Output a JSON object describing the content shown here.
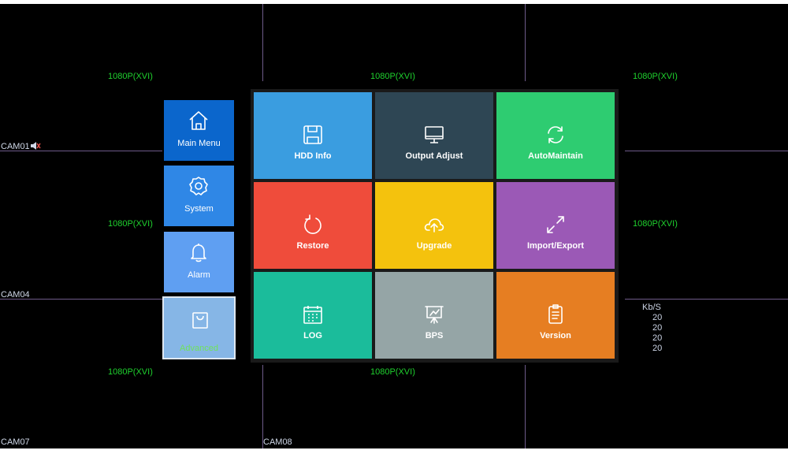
{
  "cameras": {
    "resolution_labels": [
      "1080P(XVI)",
      "1080P(XVI)",
      "1080P(XVI)",
      "1080P(XVI)",
      "1080P(XVI)",
      "1080P(XVI)",
      "1080P(XVI)"
    ],
    "names": [
      "CAM01",
      "CAM04",
      "CAM07",
      "CAM08"
    ],
    "colors": {
      "resolution": "#1fd22e",
      "grid_line": "#6e5a8a",
      "name": "#cfd8e8"
    }
  },
  "sidebar": {
    "items": [
      {
        "label": "Main Menu",
        "icon": "home-icon",
        "color": "#0b66cc"
      },
      {
        "label": "System",
        "icon": "gear-icon",
        "color": "#2f87e6"
      },
      {
        "label": "Alarm",
        "icon": "bell-icon",
        "color": "#5f9ff2"
      },
      {
        "label": "Advanced",
        "icon": "bag-icon",
        "color": "#86b6e6",
        "active": true
      }
    ]
  },
  "menu": {
    "tiles": [
      {
        "label": "HDD Info",
        "icon": "floppy-disk-icon",
        "color": "#3a9de0"
      },
      {
        "label": "Output Adjust",
        "icon": "monitor-icon",
        "color": "#2e4654"
      },
      {
        "label": "AutoMaintain",
        "icon": "refresh-icon",
        "color": "#2ecc71"
      },
      {
        "label": "Restore",
        "icon": "restore-icon",
        "color": "#ef4c3b"
      },
      {
        "label": "Upgrade",
        "icon": "cloud-upload-icon",
        "color": "#f4c20d"
      },
      {
        "label": "Import/Export",
        "icon": "expand-arrows-icon",
        "color": "#9b59b6"
      },
      {
        "label": "LOG",
        "icon": "calendar-icon",
        "color": "#1bbc9b"
      },
      {
        "label": "BPS",
        "icon": "presentation-chart-icon",
        "color": "#95a5a6"
      },
      {
        "label": "Version",
        "icon": "document-icon",
        "color": "#e67e22"
      }
    ]
  },
  "bitrate": {
    "title": "Kb/S",
    "values": [
      "20",
      "20",
      "20",
      "20"
    ]
  }
}
